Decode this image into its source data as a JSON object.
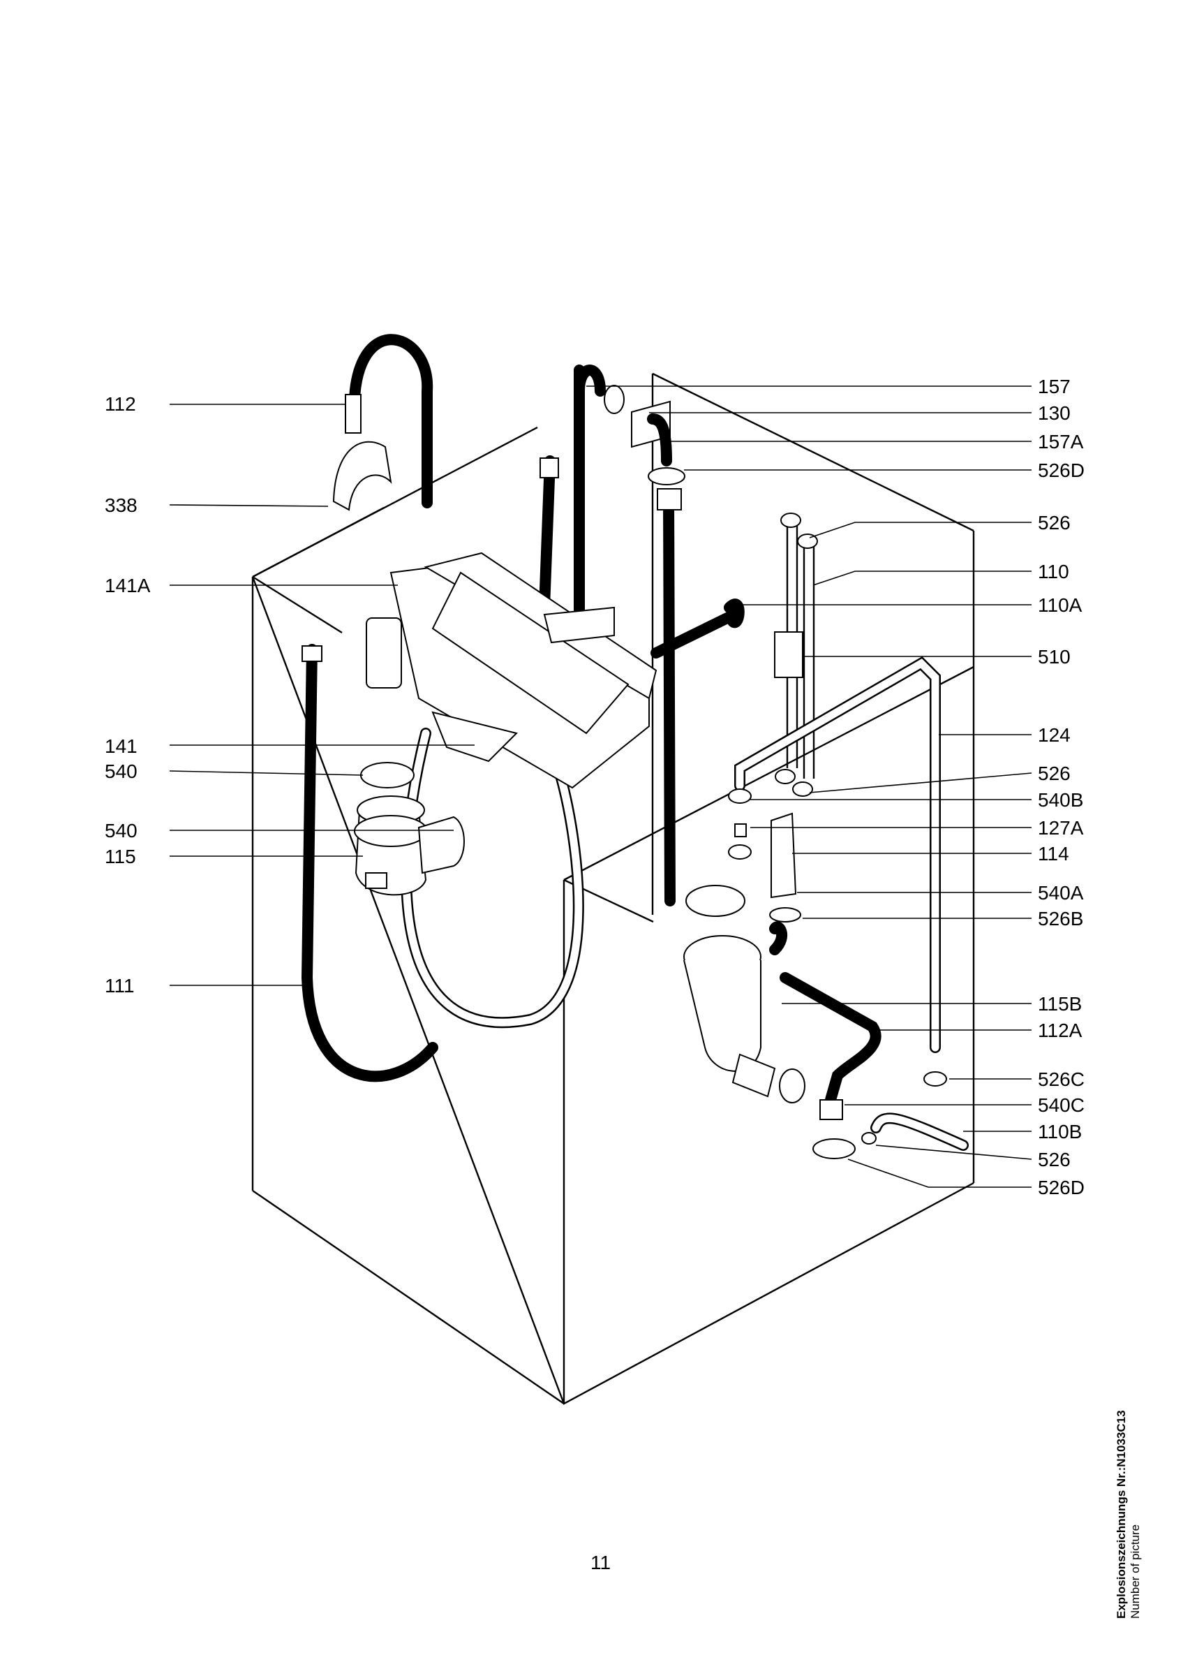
{
  "labels_left": [
    {
      "id": "112",
      "text": "112"
    },
    {
      "id": "338",
      "text": "338"
    },
    {
      "id": "141A",
      "text": "141A"
    },
    {
      "id": "141",
      "text": "141"
    },
    {
      "id": "540-a",
      "text": "540"
    },
    {
      "id": "540-b",
      "text": "540"
    },
    {
      "id": "115",
      "text": "115"
    },
    {
      "id": "111",
      "text": "111"
    }
  ],
  "labels_right": [
    {
      "id": "157",
      "text": "157"
    },
    {
      "id": "130",
      "text": "130"
    },
    {
      "id": "157A",
      "text": "157A"
    },
    {
      "id": "526D-a",
      "text": "526D"
    },
    {
      "id": "526-a",
      "text": "526"
    },
    {
      "id": "110",
      "text": "110"
    },
    {
      "id": "110A",
      "text": "110A"
    },
    {
      "id": "510",
      "text": "510"
    },
    {
      "id": "124",
      "text": "124"
    },
    {
      "id": "526-b",
      "text": "526"
    },
    {
      "id": "540B",
      "text": "540B"
    },
    {
      "id": "127A",
      "text": "127A"
    },
    {
      "id": "114",
      "text": "114"
    },
    {
      "id": "540A",
      "text": "540A"
    },
    {
      "id": "526B",
      "text": "526B"
    },
    {
      "id": "115B",
      "text": "115B"
    },
    {
      "id": "112A",
      "text": "112A"
    },
    {
      "id": "526C",
      "text": "526C"
    },
    {
      "id": "540C",
      "text": "540C"
    },
    {
      "id": "110B",
      "text": "110B"
    },
    {
      "id": "526-c",
      "text": "526"
    },
    {
      "id": "526D-b",
      "text": "526D"
    }
  ],
  "page_number": "11",
  "side_note": {
    "line1": "Explosionszeichnungs Nr.:N1033C13",
    "line2": "Number of picture"
  }
}
